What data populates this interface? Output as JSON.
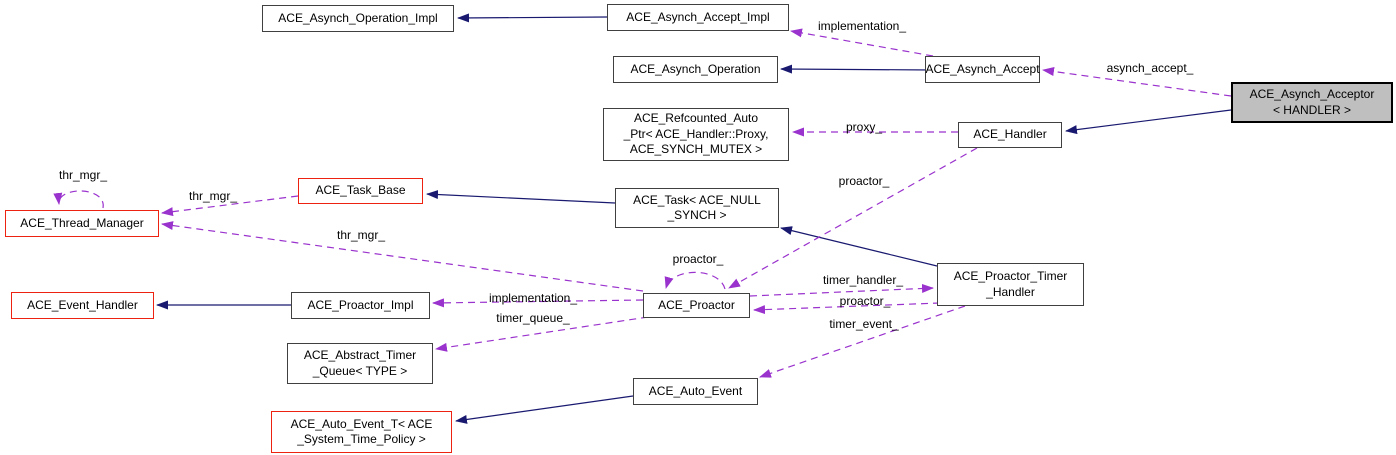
{
  "diagram": {
    "title": "ACE_Asynch_Acceptor collaboration graph",
    "colors": {
      "inheritance_edge": "#191970",
      "usage_edge": "#9a32cd",
      "node_border": "#404040",
      "external_node_border": "#ee2211",
      "main_node_fill": "#bfbfbf",
      "background": "#ffffff"
    },
    "nodes": [
      {
        "id": "ace-asynch-operation-impl",
        "label": "ACE_Asynch_Operation_Impl",
        "type": "default"
      },
      {
        "id": "ace-asynch-accept-impl",
        "label": "ACE_Asynch_Accept_Impl",
        "type": "default"
      },
      {
        "id": "ace-asynch-operation",
        "label": "ACE_Asynch_Operation",
        "type": "default"
      },
      {
        "id": "ace-asynch-accept",
        "label": "ACE_Asynch_Accept",
        "type": "default"
      },
      {
        "id": "ace-asynch-acceptor",
        "label": "ACE_Asynch_Acceptor\n< HANDLER >",
        "type": "main"
      },
      {
        "id": "ace-refcounted-auto-ptr",
        "label": "ACE_Refcounted_Auto\n_Ptr< ACE_Handler::Proxy,\nACE_SYNCH_MUTEX >",
        "type": "default"
      },
      {
        "id": "ace-handler",
        "label": "ACE_Handler",
        "type": "default"
      },
      {
        "id": "ace-task-base",
        "label": "ACE_Task_Base",
        "type": "external"
      },
      {
        "id": "ace-thread-manager",
        "label": "ACE_Thread_Manager",
        "type": "external"
      },
      {
        "id": "ace-task-null-synch",
        "label": "ACE_Task< ACE_NULL\n_SYNCH >",
        "type": "default"
      },
      {
        "id": "ace-event-handler",
        "label": "ACE_Event_Handler",
        "type": "external"
      },
      {
        "id": "ace-proactor-impl",
        "label": "ACE_Proactor_Impl",
        "type": "default"
      },
      {
        "id": "ace-proactor",
        "label": "ACE_Proactor",
        "type": "default"
      },
      {
        "id": "ace-proactor-timer-handler",
        "label": "ACE_Proactor_Timer\n_Handler",
        "type": "default"
      },
      {
        "id": "ace-abstract-timer-queue",
        "label": "ACE_Abstract_Timer\n_Queue< TYPE >",
        "type": "default"
      },
      {
        "id": "ace-auto-event",
        "label": "ACE_Auto_Event",
        "type": "default"
      },
      {
        "id": "ace-auto-event-t",
        "label": "ACE_Auto_Event_T< ACE\n_System_Time_Policy >",
        "type": "external"
      }
    ],
    "edge_labels": [
      {
        "text": "implementation_"
      },
      {
        "text": "asynch_accept_"
      },
      {
        "text": "proxy_"
      },
      {
        "text": "proactor_"
      },
      {
        "text": "thr_mgr_"
      },
      {
        "text": "thr_mgr_"
      },
      {
        "text": "thr_mgr_"
      },
      {
        "text": "proactor_"
      },
      {
        "text": "timer_handler_"
      },
      {
        "text": "implementation_"
      },
      {
        "text": "proactor_"
      },
      {
        "text": "timer_queue_"
      },
      {
        "text": "timer_event_"
      }
    ],
    "edges": [
      {
        "from": "ace-asynch-accept-impl",
        "to": "ace-asynch-operation-impl",
        "type": "inheritance",
        "label": ""
      },
      {
        "from": "ace-asynch-accept",
        "to": "ace-asynch-operation",
        "type": "inheritance",
        "label": ""
      },
      {
        "from": "ace-asynch-acceptor",
        "to": "ace-handler",
        "type": "inheritance",
        "label": ""
      },
      {
        "from": "ace-task-null-synch",
        "to": "ace-task-base",
        "type": "inheritance",
        "label": ""
      },
      {
        "from": "ace-proactor-timer-handler",
        "to": "ace-task-null-synch",
        "type": "inheritance",
        "label": ""
      },
      {
        "from": "ace-proactor-impl",
        "to": "ace-event-handler",
        "type": "inheritance",
        "label": ""
      },
      {
        "from": "ace-auto-event",
        "to": "ace-auto-event-t",
        "type": "inheritance",
        "label": ""
      },
      {
        "from": "ace-asynch-accept",
        "to": "ace-asynch-accept-impl",
        "type": "usage",
        "label": "implementation_"
      },
      {
        "from": "ace-asynch-acceptor",
        "to": "ace-asynch-accept",
        "type": "usage",
        "label": "asynch_accept_"
      },
      {
        "from": "ace-handler",
        "to": "ace-refcounted-auto-ptr",
        "type": "usage",
        "label": "proxy_"
      },
      {
        "from": "ace-handler",
        "to": "ace-proactor",
        "type": "usage",
        "label": "proactor_"
      },
      {
        "from": "ace-thread-manager",
        "to": "ace-thread-manager",
        "type": "usage",
        "label": "thr_mgr_"
      },
      {
        "from": "ace-task-base",
        "to": "ace-thread-manager",
        "type": "usage",
        "label": "thr_mgr_"
      },
      {
        "from": "ace-proactor",
        "to": "ace-thread-manager",
        "type": "usage",
        "label": "thr_mgr_"
      },
      {
        "from": "ace-proactor",
        "to": "ace-proactor",
        "type": "usage",
        "label": "proactor_"
      },
      {
        "from": "ace-proactor",
        "to": "ace-proactor-timer-handler",
        "type": "usage",
        "label": "timer_handler_"
      },
      {
        "from": "ace-proactor",
        "to": "ace-proactor-impl",
        "type": "usage",
        "label": "implementation_"
      },
      {
        "from": "ace-proactor",
        "to": "ace-abstract-timer-queue",
        "type": "usage",
        "label": "timer_queue_"
      },
      {
        "from": "ace-proactor-timer-handler",
        "to": "ace-proactor",
        "type": "usage",
        "label": "proactor_"
      },
      {
        "from": "ace-proactor-timer-handler",
        "to": "ace-auto-event",
        "type": "usage",
        "label": "timer_event_"
      }
    ]
  }
}
